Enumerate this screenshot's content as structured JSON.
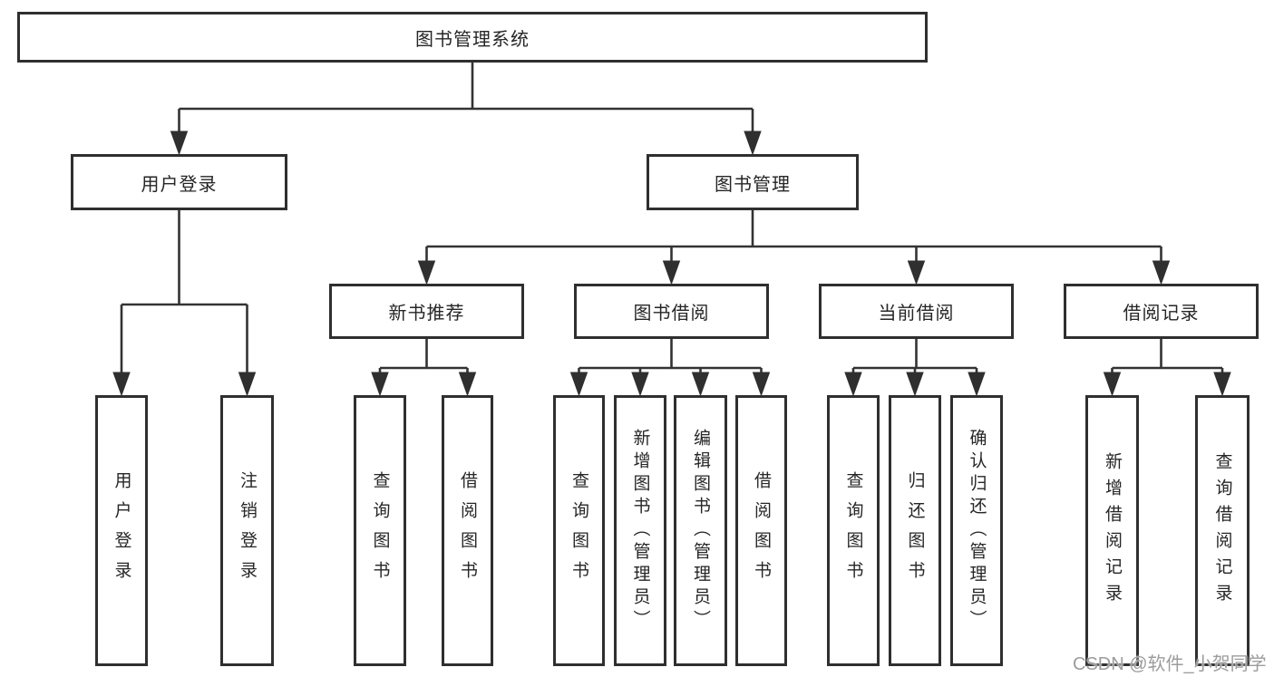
{
  "title": "图书管理系统",
  "watermark": "CSDN @软件_小贺同学",
  "colors": {
    "line": "#333333",
    "box_border": "#2f2f2f",
    "text": "#262626",
    "watermark": "#9c9c9c",
    "background": "#ffffff"
  },
  "tree": {
    "root": {
      "label": "图书管理系统"
    },
    "branches": [
      {
        "label": "用户登录",
        "children": [
          "用户登录",
          "注销登录"
        ]
      },
      {
        "label": "图书管理",
        "sections": [
          {
            "label": "新书推荐",
            "children": [
              "查询图书",
              "借阅图书"
            ]
          },
          {
            "label": "图书借阅",
            "children": [
              "查询图书",
              "新增图书（管理员）",
              "编辑图书（管理员）",
              "借阅图书"
            ]
          },
          {
            "label": "当前借阅",
            "children": [
              "查询图书",
              "归还图书",
              "确认归还（管理员）"
            ]
          },
          {
            "label": "借阅记录",
            "children": [
              "新增借阅记录",
              "查询借阅记录"
            ]
          }
        ]
      }
    ]
  }
}
